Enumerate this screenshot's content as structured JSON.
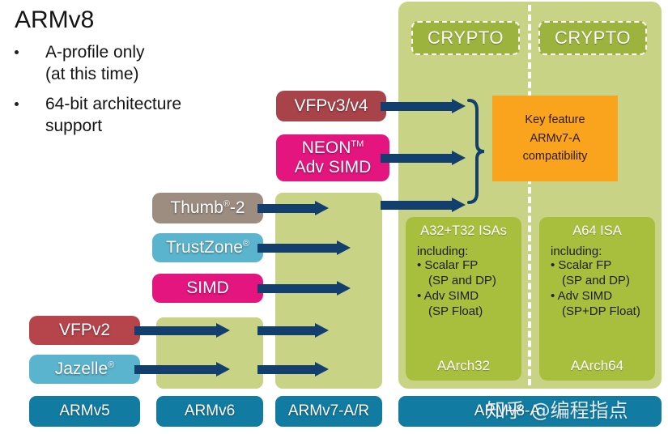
{
  "slide": {
    "title": "ARMv8",
    "bullets": [
      "A-profile only\n(at this time)",
      "64-bit architecture\nsupport"
    ]
  },
  "crypto": {
    "left_label": "CRYPTO",
    "right_label": "CRYPTO"
  },
  "key_feature": {
    "line1": "Key feature",
    "line2": "ARMv7-A",
    "line3": "compatibility"
  },
  "isa_boxes": [
    {
      "title": "A32+T32 ISAs",
      "including_label": "including:",
      "items": [
        {
          "bullet": "• Scalar FP",
          "detail": "(SP and DP)"
        },
        {
          "bullet": "• Adv SIMD",
          "detail": "(SP Float)"
        }
      ],
      "footer": "AArch32"
    },
    {
      "title": "A64 ISA",
      "including_label": "including:",
      "items": [
        {
          "bullet": "• Scalar FP",
          "detail": "(SP and DP)"
        },
        {
          "bullet": "• Adv SIMD",
          "detail": "(SP+DP Float)"
        }
      ],
      "footer": "AArch64"
    }
  ],
  "features": {
    "vfp34": "VFPv3/v4",
    "neon_line1": "NEON",
    "neon_tm": "TM",
    "neon_line2": "Adv SIMD",
    "thumb": "Thumb",
    "thumb_sup": "®",
    "thumb_suffix": "-2",
    "trustzone": "TrustZone",
    "trustzone_sup": "®",
    "simd": "SIMD",
    "vfp2": "VFPv2",
    "jazelle": "Jazelle",
    "jazelle_sup": "®"
  },
  "versions": {
    "v5": "ARMv5",
    "v6": "ARMv6",
    "v7": "ARMv7-A/R",
    "v8": "ARMv8-A"
  },
  "watermark": "知乎 @编程指点",
  "colors": {
    "panel_green": "#c9d385",
    "isa_green": "#a8bf3e",
    "crypto_green": "#9cb43e",
    "orange": "#faa41e",
    "arrow_navy": "#123f6d",
    "version_blue": "#117ba2",
    "pink": "#e4157f",
    "red": "#b6444b",
    "cyan": "#5bb4cd",
    "taupe": "#9c8d80"
  }
}
